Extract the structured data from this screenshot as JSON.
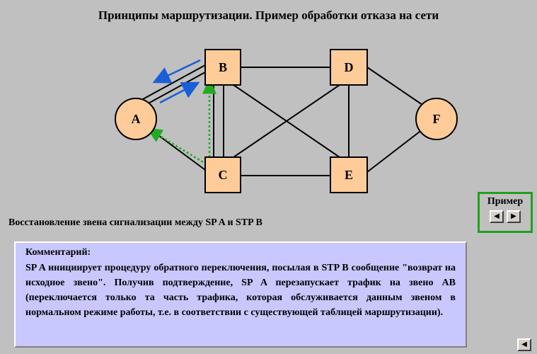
{
  "title": "Принципы маршрутизации. Пример обработки отказа на сети",
  "nodes": {
    "A": "A",
    "B": "B",
    "C": "C",
    "D": "D",
    "E": "E",
    "F": "F"
  },
  "caption": "Восстановление звена сигнализации между SP A и STP B",
  "example": {
    "label": "Пример",
    "prev_icon": "left-arrow",
    "next_icon": "right-arrow"
  },
  "comment": {
    "heading": "Комментарий:",
    "text": "SP A инициирует процедуру обратного переключения, посылая в STP B сообщение \"возврат на исходное звено\". Получив подтверждение, SP A перезапускает трафик на звено AB (переключается только та часть трафика, которая обслуживается данным звеном в нормальном режиме работы, т.е. в соответствии с существующей таблицей маршрутизации)."
  },
  "colors": {
    "background": "#c0c0c0",
    "node_fill": "#ffcc99",
    "blue_arrow": "#1a5fd8",
    "green_arrow": "#22aa22",
    "comment_bg": "#c8c8ff",
    "frame": "#22a020"
  }
}
